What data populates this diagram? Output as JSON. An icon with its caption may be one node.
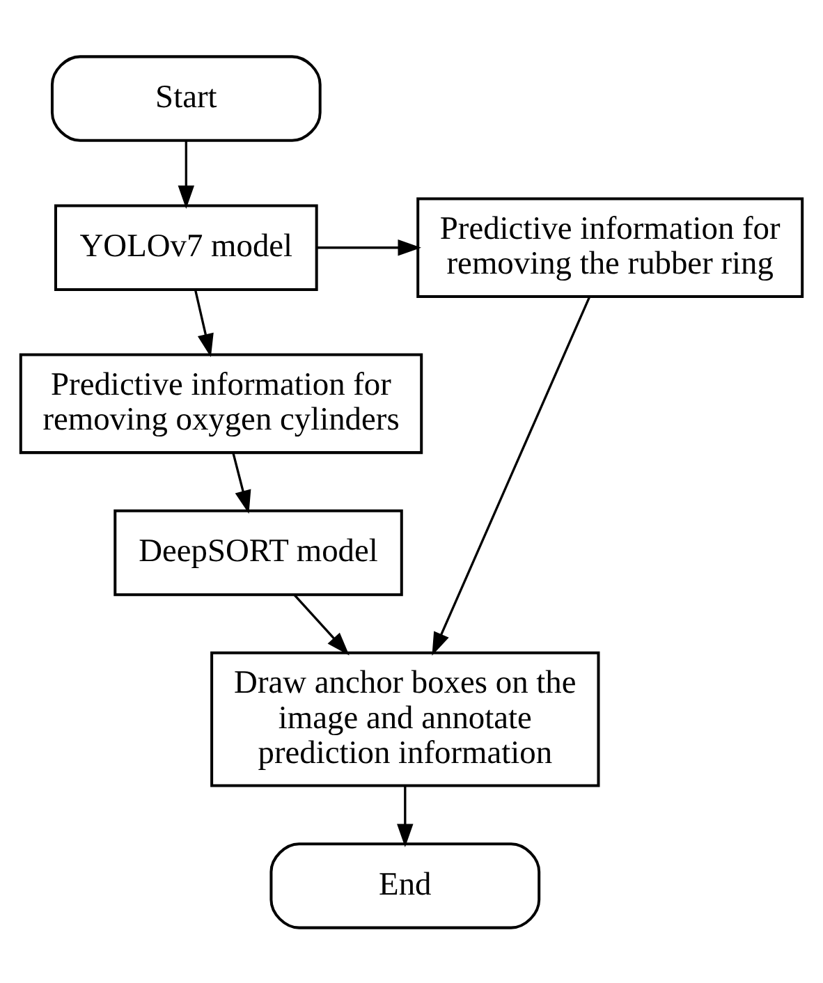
{
  "diagram": {
    "nodes": [
      {
        "text": [
          "Start"
        ]
      },
      {
        "text": [
          "YOLOv7 model"
        ]
      },
      {
        "text": [
          "Predictive information for removing the rubber ring"
        ]
      },
      {
        "text": [
          "Predictive information for removing oxygen cylinders"
        ]
      },
      {
        "text": [
          "DeepSORT model"
        ]
      },
      {
        "text": [
          "Draw anchor boxes on the image and annotate prediction information"
        ]
      },
      {
        "text": [
          "End"
        ]
      }
    ],
    "edges": [
      {
        "from": 0,
        "to": 1,
        "arrow": "to"
      },
      {
        "from": 1,
        "to": 2,
        "arrow": "to"
      },
      {
        "from": 1,
        "to": 3,
        "arrow": "to"
      },
      {
        "from": 3,
        "to": 4,
        "arrow": "to"
      },
      {
        "from": 4,
        "to": 5,
        "arrow": "to"
      },
      {
        "from": 2,
        "to": 5,
        "arrow": "to"
      },
      {
        "from": 5,
        "to": 6,
        "arrow": "to"
      }
    ]
  }
}
